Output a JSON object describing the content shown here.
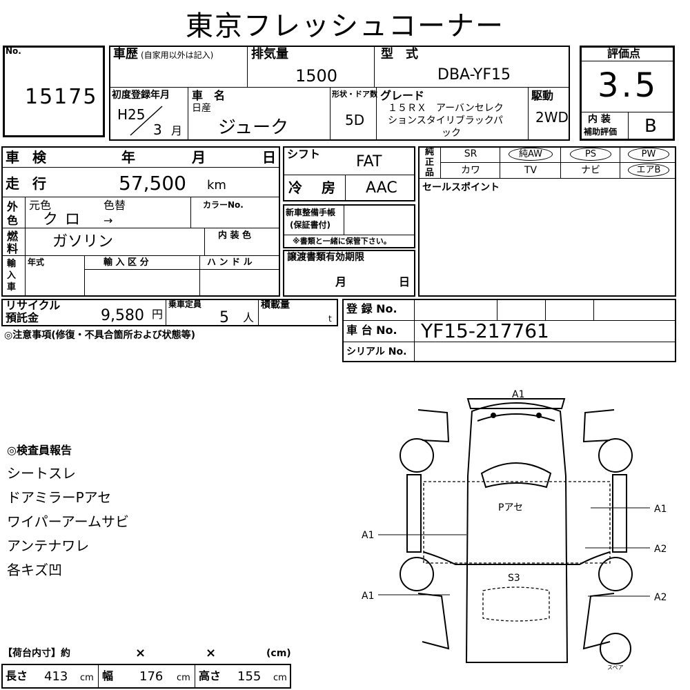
{
  "title": "東京フレッシュコーナー",
  "lot": {
    "label": "No.",
    "value": "15175"
  },
  "history": {
    "label": "車歴",
    "note": "(自家用以外は記入)"
  },
  "displacement": {
    "label": "排気量",
    "value": "1500"
  },
  "model": {
    "label": "型　式",
    "value": "DBA-YF15"
  },
  "score": {
    "label": "評価点",
    "value": "3.5",
    "interior_label_1": "内 装",
    "interior_label_2": "補助評価",
    "interior_value": "B"
  },
  "first_reg": {
    "label": "初度登録年月",
    "year": "H25",
    "month": "3",
    "month_unit": "月"
  },
  "car_name": {
    "label": "車　名",
    "maker": "日産",
    "value": "ジューク"
  },
  "doors": {
    "label": "形状・ドア数",
    "value": "5D"
  },
  "grade": {
    "label": "グレード",
    "line1": "１５ＲＸ　アーバンセレク",
    "line2": "ションスタイリブラックパ",
    "line3": "ック"
  },
  "drive": {
    "label": "駆動",
    "value": "2WD"
  },
  "inspection": {
    "label": "車 検",
    "year": "年",
    "month": "月",
    "day": "日"
  },
  "mileage": {
    "label": "走 行",
    "value": "57,500",
    "unit": "km"
  },
  "shift": {
    "label": "シフト",
    "value": "FAT"
  },
  "ac": {
    "label": "冷　房",
    "value": "AAC"
  },
  "color": {
    "side_label": "外色",
    "original_label": "元色",
    "change_label": "色替",
    "original": "クロ",
    "change": "→",
    "code_label": "カラーNo."
  },
  "fuel": {
    "label": "燃料",
    "value": "ガソリン",
    "interior_color_label": "内 装 色"
  },
  "maintenance": {
    "label1": "新車整備手帳",
    "label2": "(保証書付)",
    "note": "※書類と一緒に保管下さい。"
  },
  "equipment": {
    "side_label": "純正品",
    "row1": [
      "SR",
      "純AW",
      "PS",
      "PW"
    ],
    "row2": [
      "カワ",
      "TV",
      "ナビ",
      "エアB"
    ]
  },
  "sales_point": {
    "label": "セールスポイント"
  },
  "import": {
    "side_label": "輸入車",
    "year_label": "年式",
    "type_label": "輸 入 区 分",
    "handle_label": "ハ ン ド ル"
  },
  "transfer": {
    "label": "譲渡書類有効期限",
    "month": "月",
    "day": "日"
  },
  "recycle": {
    "label1": "リサイクル",
    "label2": "預託金",
    "value": "9,580",
    "unit": "円"
  },
  "capacity": {
    "label": "乗車定員",
    "value": "5",
    "unit": "人"
  },
  "load": {
    "label": "積載量",
    "unit": "t"
  },
  "registration": {
    "label": "登 録 No."
  },
  "chassis": {
    "label": "車 台 No.",
    "value": "YF15-217761"
  },
  "serial": {
    "label": "シリアル No."
  },
  "caution": {
    "label": "◎注意事項(修復・不具合箇所および状態等)"
  },
  "inspector": {
    "label": "◎検査員報告",
    "items": [
      "シートスレ",
      "ドアミラーPアセ",
      "ワイパーアームサビ",
      "アンテナワレ",
      "各キズ凹"
    ]
  },
  "diagram": {
    "marks": {
      "top": "A1",
      "left_upper": "A1",
      "left_lower": "A1",
      "right_1": "A1",
      "right_2": "A2",
      "right_3": "A2",
      "roof": "Pアセ",
      "rear": "S3"
    },
    "spare": "スペア"
  },
  "cargo": {
    "label": "【荷台内寸】約",
    "x": "×",
    "unit": "(cm)",
    "length_label": "長さ",
    "length": "413",
    "width_label": "幅",
    "width": "176",
    "height_label": "高さ",
    "height": "155",
    "cm": "cm"
  }
}
